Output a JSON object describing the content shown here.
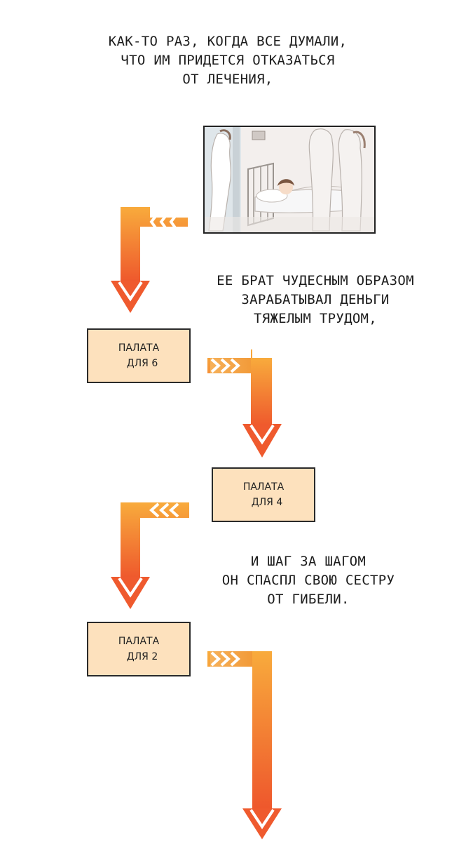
{
  "captions": {
    "first": [
      "Как-то раз, когда все думали,",
      "что им придется отказаться",
      "от лечения,"
    ],
    "second": [
      "Ее брат чудесным образом",
      "зарабатывал деньги",
      "тяжелым трудом,"
    ],
    "third": [
      "И шаг за шагом",
      "он спаспл свою сестру",
      "от гибели."
    ]
  },
  "wards": [
    {
      "line1": "Палата",
      "line2": "для 6"
    },
    {
      "line1": "Палата",
      "line2": "для 4"
    },
    {
      "line1": "Палата",
      "line2": "для 2"
    }
  ],
  "illustration": {
    "subject": "hospital-room-with-patient-in-bed"
  },
  "colors": {
    "arrow_top": "#f7a23a",
    "arrow_bottom": "#ef5a2e",
    "ward_fill": "#fde1bd",
    "ward_border": "#2a2a2a"
  }
}
